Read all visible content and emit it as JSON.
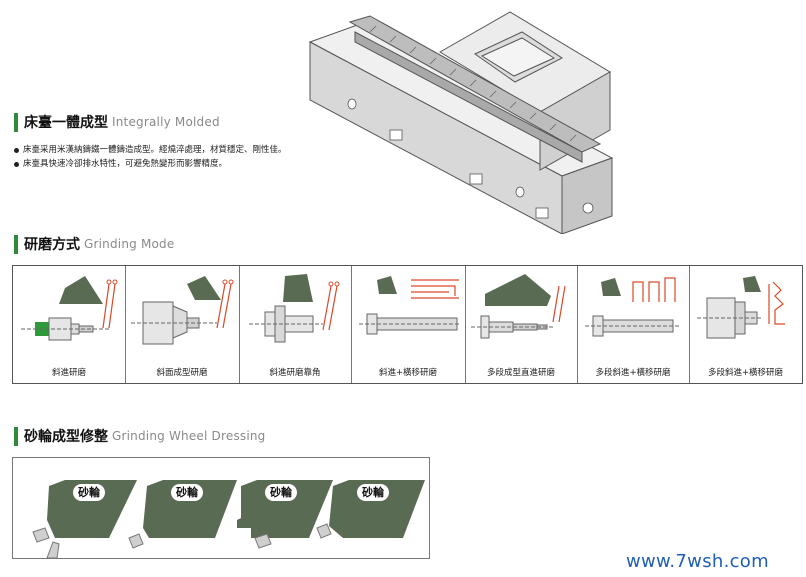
{
  "sections": {
    "molded": {
      "title_zh": "床臺一體成型",
      "title_en": "Integrally Molded",
      "bullets": [
        "床臺采用米漢納鑄鐵一體鑄造成型。經燒淬處理，材質穩定、剛性佳。",
        "床臺具快速冷卻排水特性，可避免熱變形而影響精度。"
      ]
    },
    "grinding": {
      "title_zh": "研磨方式",
      "title_en": "Grinding Mode",
      "modes": [
        {
          "label": "斜進研磨"
        },
        {
          "label": "斜面成型研磨"
        },
        {
          "label": "斜進研磨靠角"
        },
        {
          "label": "斜進+橫移研磨"
        },
        {
          "label": "多段成型直進研磨"
        },
        {
          "label": "多段斜進+橫移研磨"
        },
        {
          "label": "多段斜進+橫移研磨"
        }
      ]
    },
    "dressing": {
      "title_zh": "砂輪成型修整",
      "title_en": "Grinding Wheel Dressing",
      "wheel_label": "砂輪",
      "wheels": 4
    }
  },
  "footer": {
    "site": "www.7wsh.com"
  },
  "colors": {
    "accent": "#2f8a3a",
    "wheel": "#5a6b54",
    "guide": "#d94a2a",
    "link": "#1e5fb5"
  }
}
